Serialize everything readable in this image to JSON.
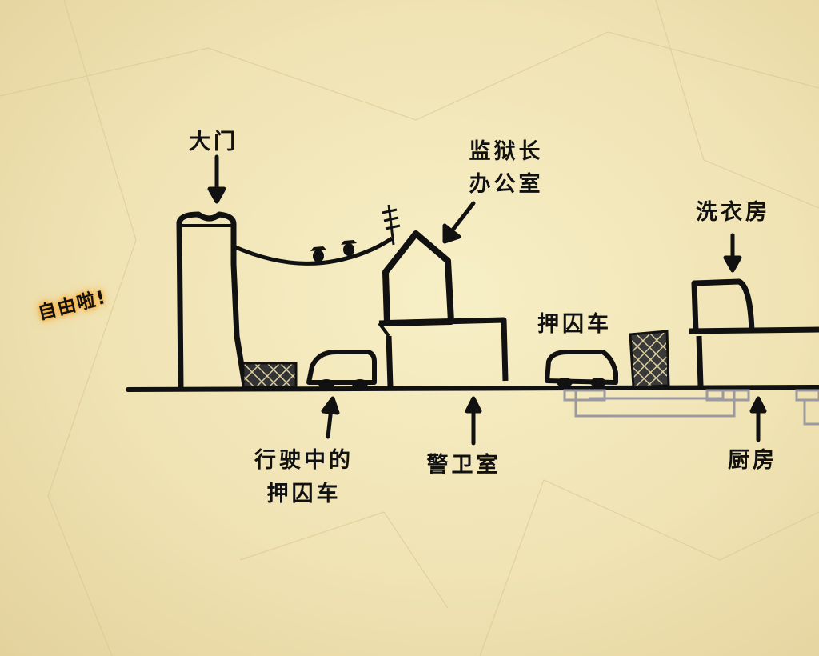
{
  "labels": {
    "gate": "大门",
    "warden_office_line1": "监狱长",
    "warden_office_line2": "办公室",
    "laundry": "洗衣房",
    "prison_van": "押囚车",
    "moving_van_line1": "行驶中的",
    "moving_van_line2": "押囚车",
    "guard_room": "警卫室",
    "kitchen": "厨房",
    "freedom": "自由啦!"
  },
  "colors": {
    "ink": "#111111",
    "paper": "#f2e6b9",
    "glow": "#f3a733",
    "pipe": "#9a9aa0"
  }
}
